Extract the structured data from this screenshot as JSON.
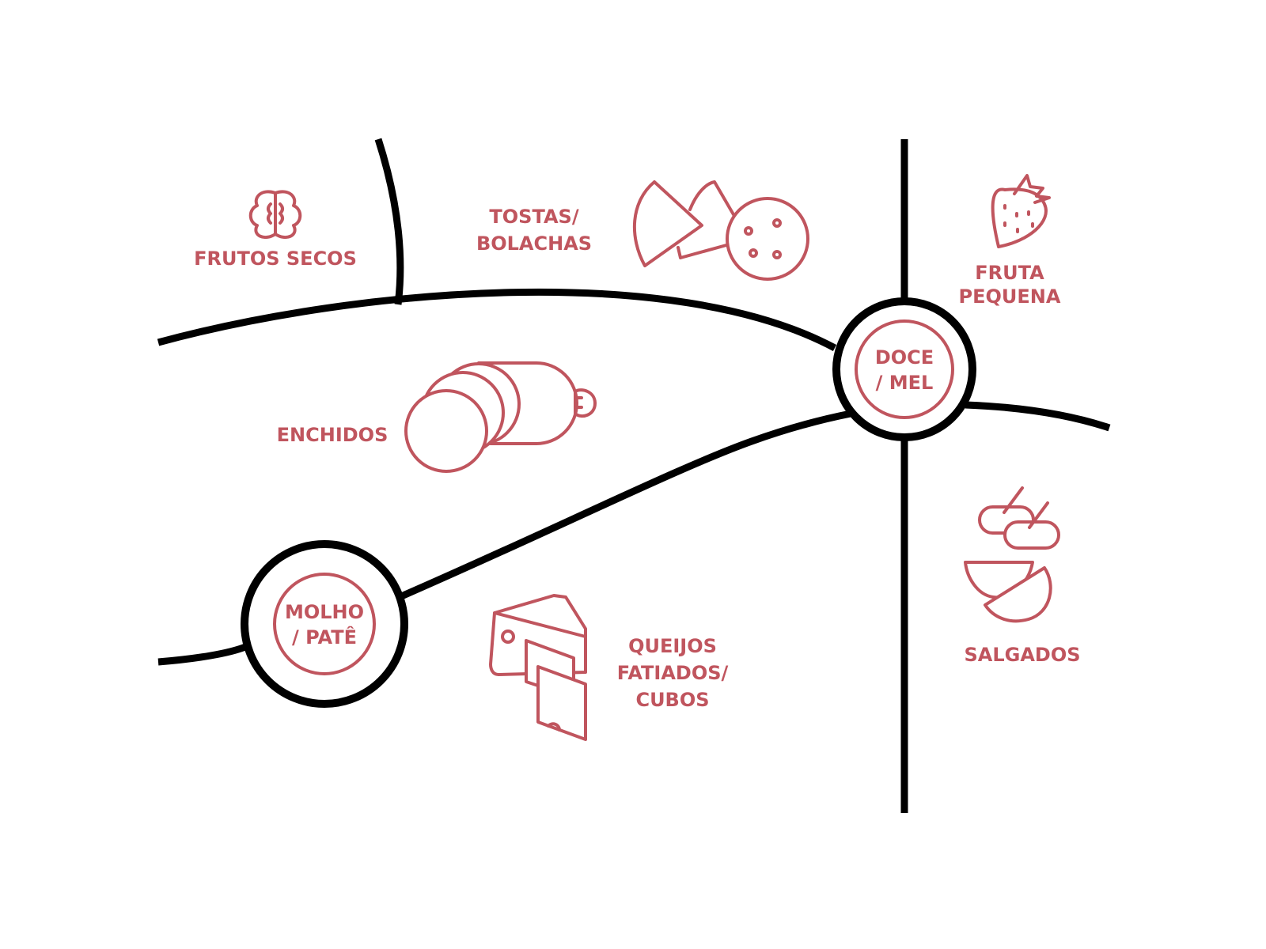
{
  "colors": {
    "accent": "#c0555e",
    "line": "#000000"
  },
  "hubs": {
    "doce_mel": {
      "line1": "DOCE",
      "line2": "/ MEL"
    },
    "molho_pate": {
      "line1": "MOLHO",
      "line2": "/ PATÊ"
    }
  },
  "categories": {
    "frutos_secos": {
      "label": "FRUTOS SECOS",
      "icon": "walnut-icon"
    },
    "tostas": {
      "line1": "TOSTAS/",
      "line2": "BOLACHAS",
      "icon": "crackers-icon"
    },
    "fruta": {
      "line1": "FRUTA",
      "line2": "PEQUENA",
      "icon": "strawberry-icon"
    },
    "enchidos": {
      "label": "ENCHIDOS",
      "icon": "sausage-icon"
    },
    "salgados": {
      "label": "SALGADOS",
      "icon": "olives-icon"
    },
    "queijos": {
      "line1": "QUEIJOS",
      "line2": "FATIADOS/",
      "line3": "CUBOS",
      "icon": "cheese-icon"
    }
  }
}
